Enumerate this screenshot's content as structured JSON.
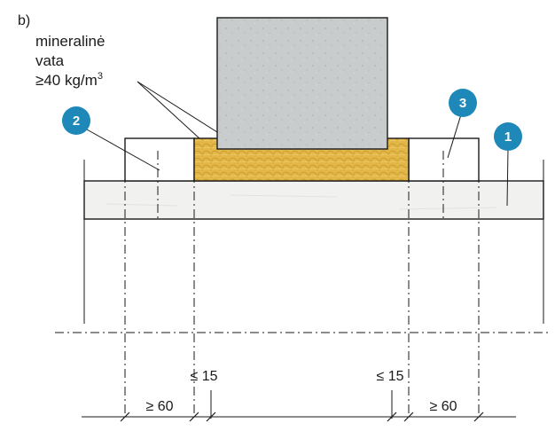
{
  "panel_label": "b)",
  "material_label": {
    "line1": "mineralinė",
    "line2": "vata",
    "line3_prefix": "≥40 kg/m",
    "line3_sup": "3"
  },
  "badges": [
    {
      "id": "1",
      "color": "#1e88b8"
    },
    {
      "id": "2",
      "color": "#1e88b8"
    },
    {
      "id": "3",
      "color": "#1e88b8"
    }
  ],
  "dimensions": {
    "left_width": "≥ 60",
    "right_width": "≥ 60",
    "left_gap": "≤ 15",
    "right_gap": "≤ 15"
  },
  "colors": {
    "slab": "#f1f1ef",
    "wool": "#e3b648",
    "column": "#c9cccc",
    "badge": "#1e88b8"
  }
}
